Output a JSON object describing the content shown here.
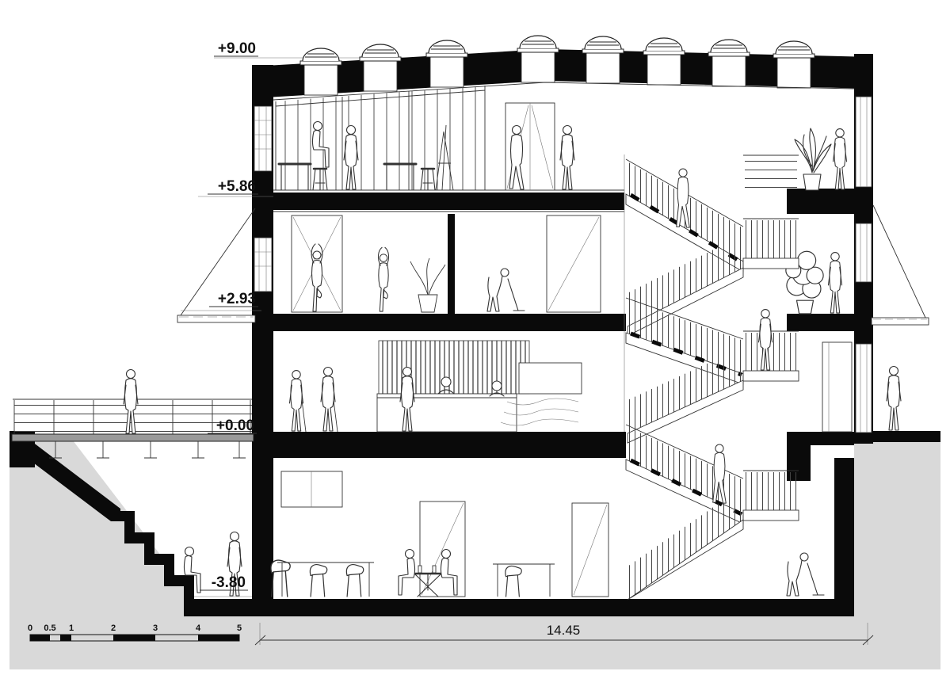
{
  "drawing": {
    "type": "architectural-cross-section",
    "levels": [
      {
        "name": "roof-parapet",
        "label": "+9.00"
      },
      {
        "name": "upper-floor",
        "label": "+5.86"
      },
      {
        "name": "mid-floor",
        "label": "+2.93"
      },
      {
        "name": "entry-level",
        "label": "+0.00"
      },
      {
        "name": "basement",
        "label": "-3.80"
      }
    ],
    "dimension": {
      "total_width_label": "14.45"
    },
    "scale_bar": {
      "unit_labels": [
        "0",
        "0.5",
        "1",
        "2",
        "3",
        "4",
        "5"
      ]
    },
    "colors": {
      "ink": "#1a1a1a",
      "terrain": "#d9d9d9",
      "paper": "#ffffff"
    }
  }
}
